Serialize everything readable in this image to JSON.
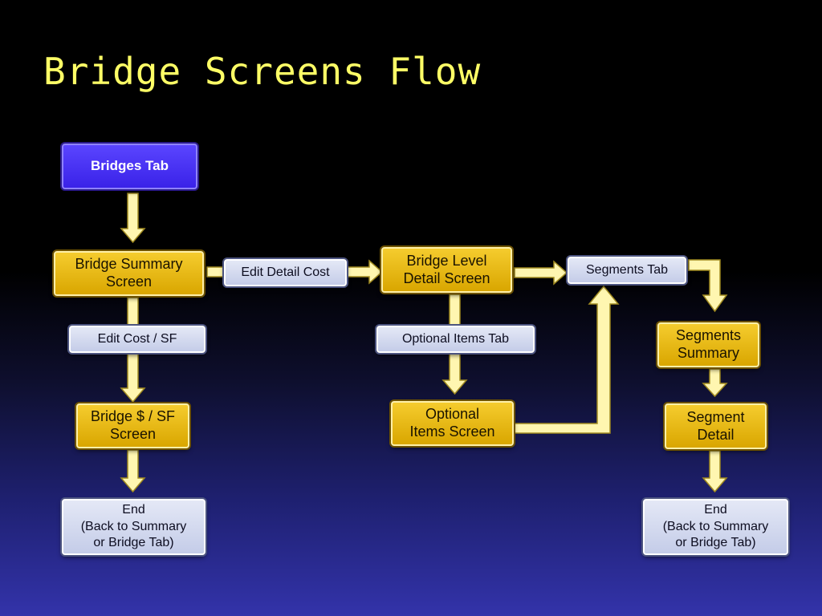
{
  "title": "Bridge Screens Flow",
  "colors": {
    "title": "#ffff66",
    "screen_fill": "#e8b800",
    "tab_fill": "#4a33f0",
    "action_fill": "#d4daf0",
    "arrow_fill": "#fff6b0",
    "arrow_stroke": "#a08a20"
  },
  "nodes": {
    "bridges_tab": "Bridges Tab",
    "bridge_summary": "Bridge Summary\nScreen",
    "edit_detail_cost": "Edit Detail Cost",
    "bridge_level_detail": "Bridge Level\nDetail Screen",
    "segments_tab": "Segments Tab",
    "segments_summary": "Segments\nSummary",
    "edit_cost_sf": "Edit Cost / SF",
    "optional_items_tab": "Optional Items Tab",
    "bridge_cost_sf": "Bridge $ / SF\nScreen",
    "optional_items_screen": "Optional\nItems Screen",
    "segment_detail": "Segment\nDetail",
    "end_left": "End\n(Back to Summary\nor Bridge Tab)",
    "end_right": "End\n(Back to Summary\nor Bridge Tab)"
  }
}
